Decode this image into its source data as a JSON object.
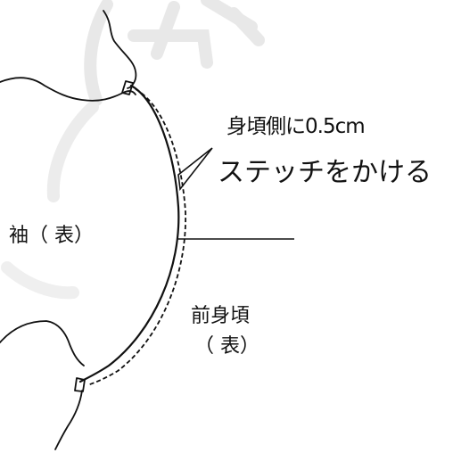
{
  "labels": {
    "stitch_instruction_line1": "身頃側に0.5cm",
    "stitch_instruction_line2": "ステッチをかける",
    "sleeve": "袖（ 表）",
    "front_body_line1": "前身頃",
    "front_body_line2": "（ 表）"
  },
  "colors": {
    "ink": "#111111",
    "watermark": "#e6e6e6",
    "background": "#ffffff"
  }
}
